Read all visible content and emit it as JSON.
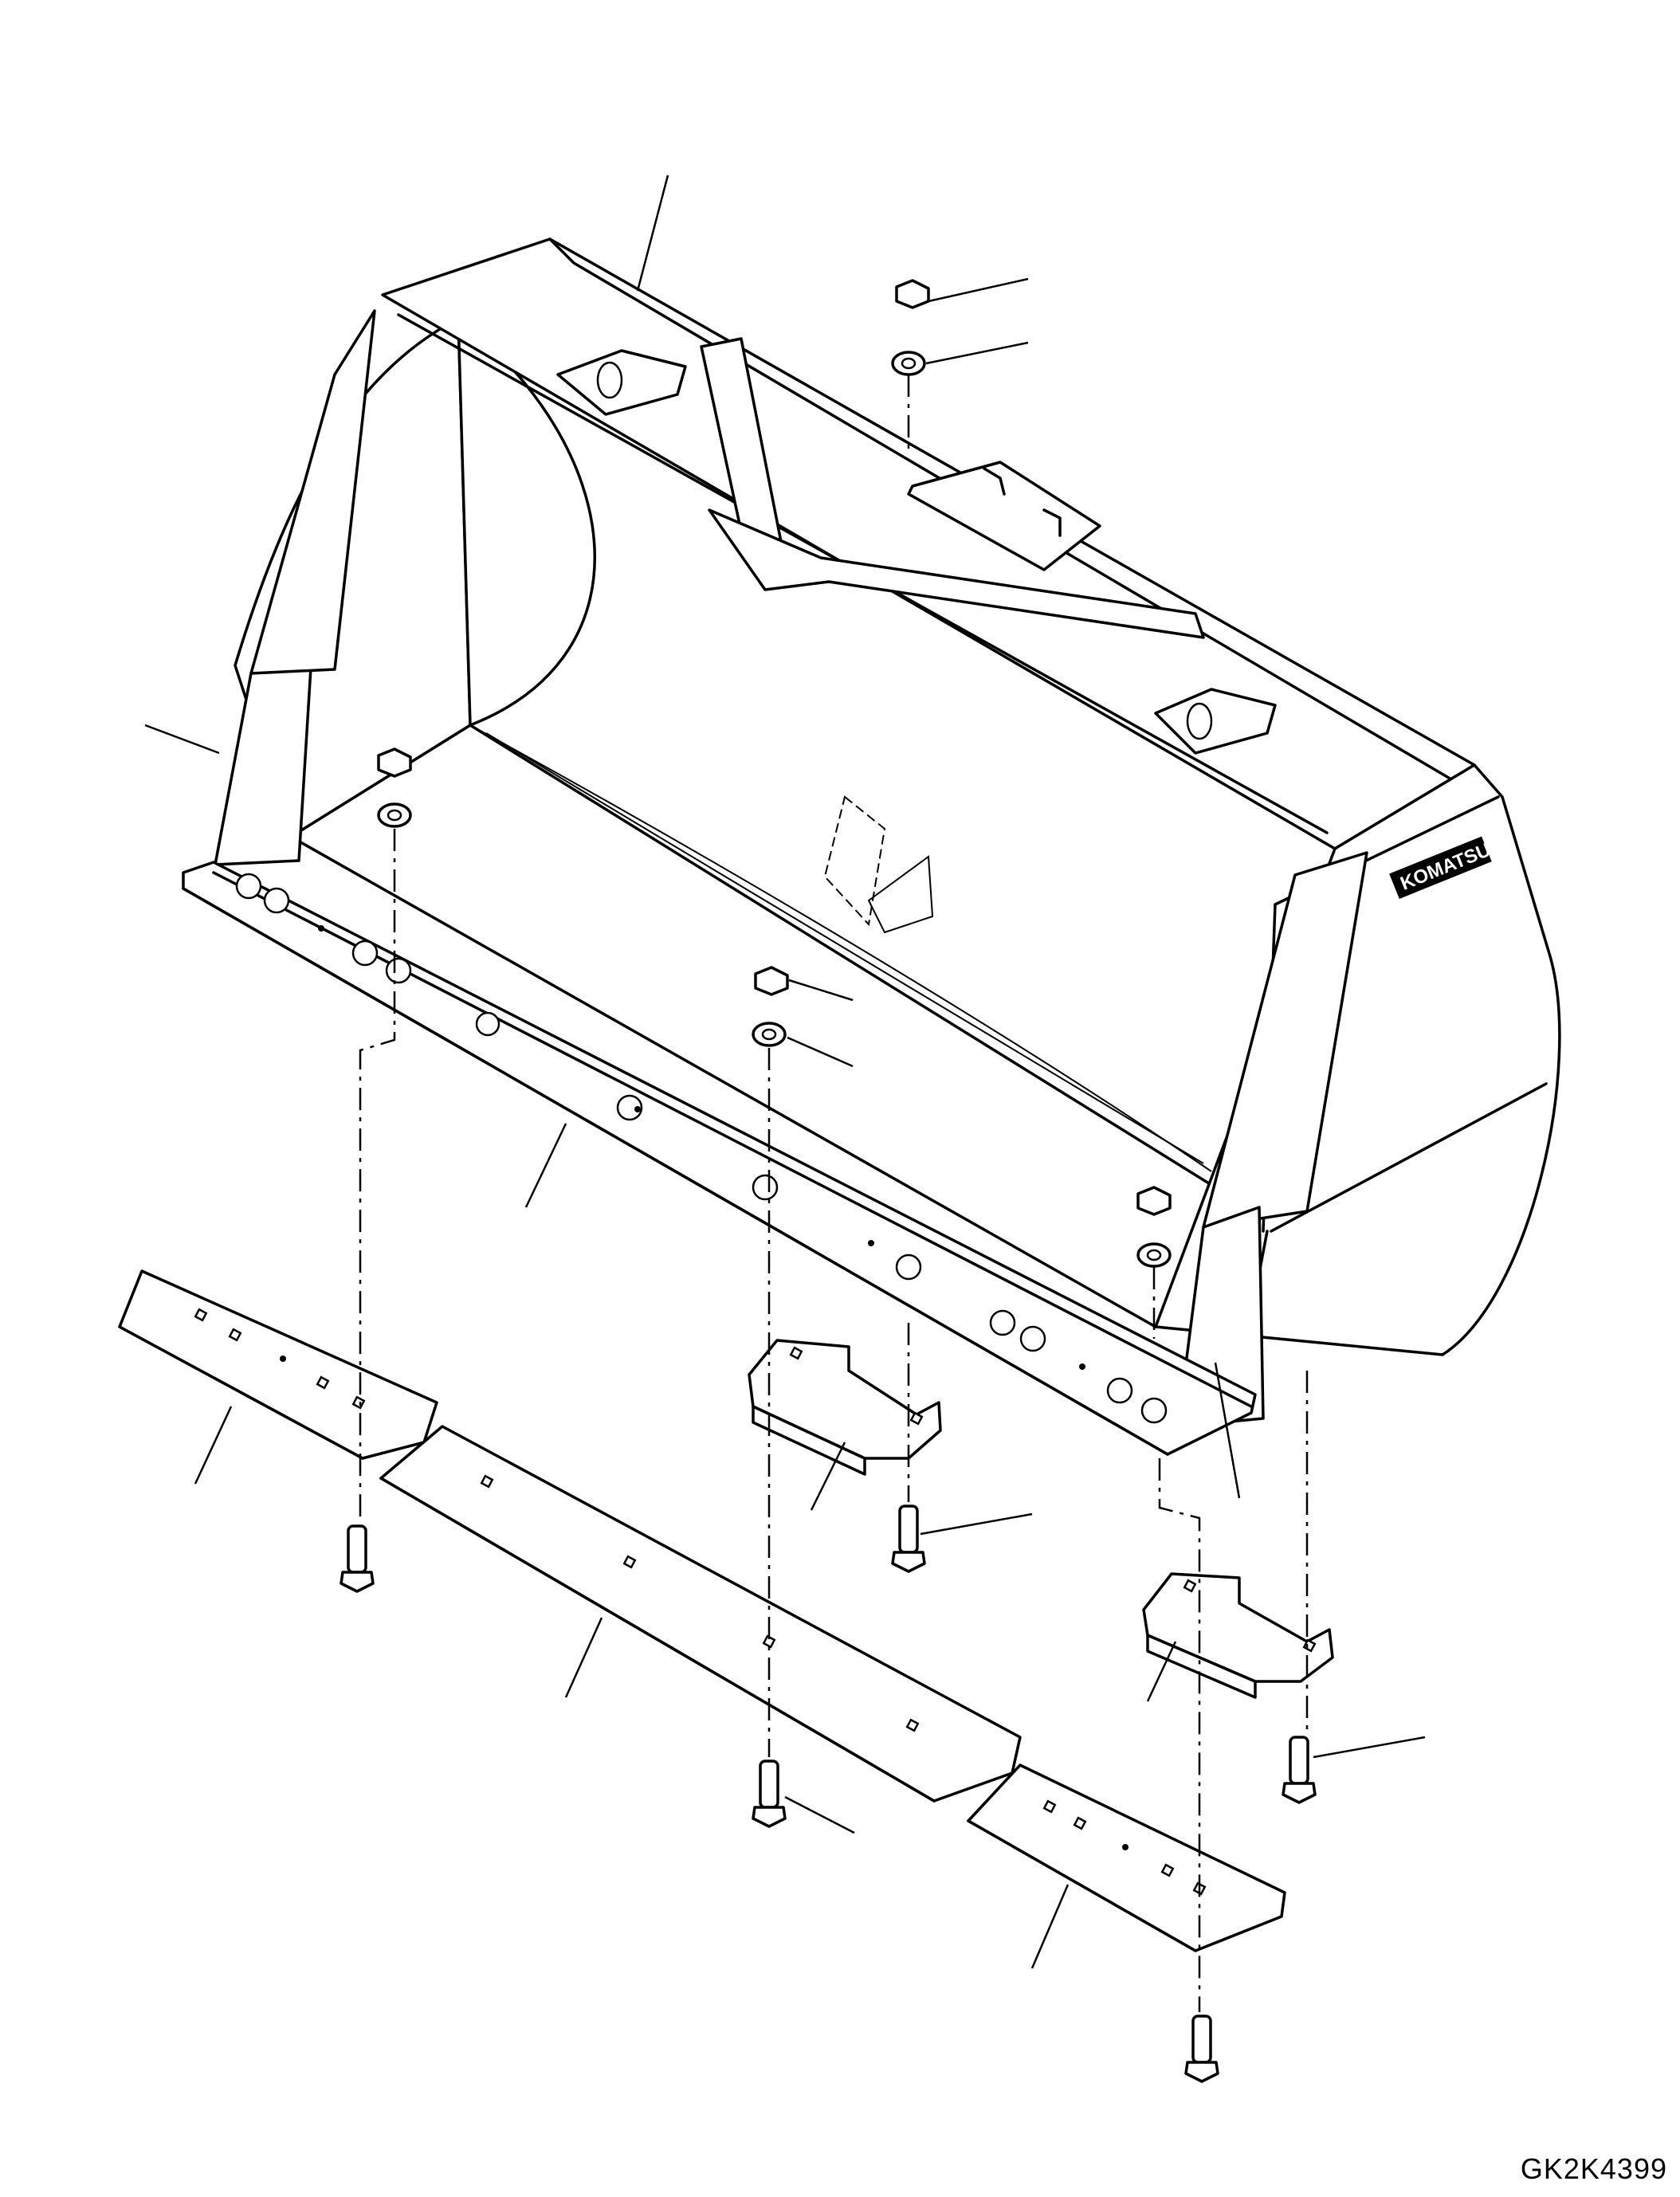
{
  "figure": {
    "type": "exploded-parts-diagram",
    "subject": "bucket cutting edge and end bits",
    "drawing_code": "GK2K4399",
    "brand_mark": "KOMATSU",
    "line_color": "#000000",
    "background": "#ffffff"
  },
  "parts": [
    {
      "name": "bucket",
      "icon": "bucket-body"
    },
    {
      "name": "side-plate",
      "icon": "side-plate"
    },
    {
      "name": "base-edge",
      "icon": "base-edge"
    },
    {
      "name": "nut",
      "icon": "hex-nut"
    },
    {
      "name": "washer",
      "icon": "washer"
    },
    {
      "name": "center-cutting-edge",
      "icon": "cutting-edge"
    },
    {
      "name": "end-cutting-edge",
      "icon": "cutting-edge"
    },
    {
      "name": "end-bit",
      "icon": "end-bit"
    },
    {
      "name": "bolt",
      "icon": "plow-bolt"
    }
  ]
}
